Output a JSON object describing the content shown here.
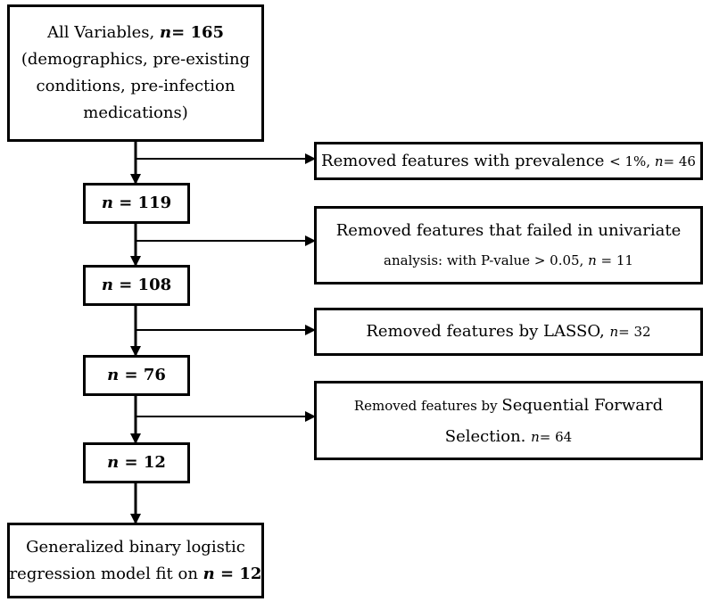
{
  "boxes": {
    "all_variables": {
      "line1_prefix": "All Variables, ",
      "line1_n": "n",
      "line1_value": "= 165",
      "line2": "(demographics, pre-existing",
      "line3": "conditions, pre-infection",
      "line4": "medications)"
    },
    "n119": {
      "n": "n",
      "value": " = 119"
    },
    "n108": {
      "n": "n",
      "value": " = 108"
    },
    "n76": {
      "n": "n",
      "value": " = 76"
    },
    "n12": {
      "n": "n",
      "value": " = 12"
    },
    "final": {
      "line1": "Generalized binary logistic",
      "line2_prefix": "regression model fit on ",
      "line2_n": "n",
      "line2_value": " = 12"
    }
  },
  "removed": {
    "prevalence": {
      "text": "Removed features with prevalence ",
      "cond": "< 1%, ",
      "n": "n",
      "value": "= 46"
    },
    "univariate": {
      "line1": "Removed features that failed in univariate",
      "line2": "analysis: with P-value > 0.05, ",
      "n": "n",
      "value": " = 11"
    },
    "lasso": {
      "text": "Removed features by LASSO, ",
      "n": "n",
      "value": "= 32"
    },
    "sfs": {
      "line1a": "Removed features by ",
      "line1b": "Sequential Forward",
      "line2a": "Selection. ",
      "n": "n",
      "value": "= 64"
    }
  }
}
